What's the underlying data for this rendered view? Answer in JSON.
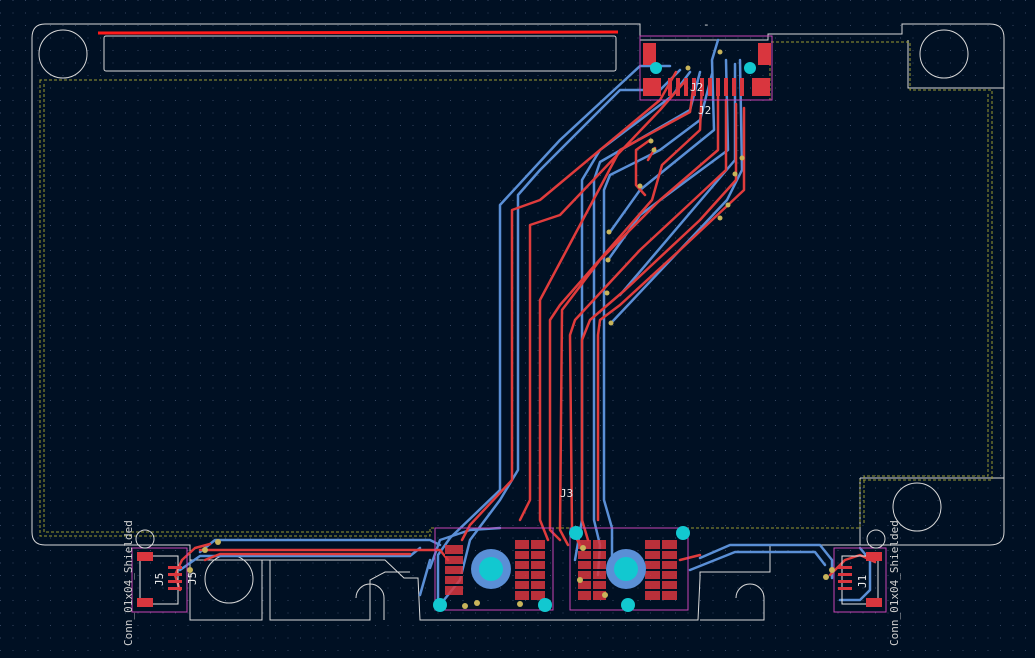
{
  "colors": {
    "background": "#001023",
    "grid_dot": "#3a4a66",
    "board_edge": "#d8d8d8",
    "courtyard": "#9a9a30",
    "front_copper": "#e03c3c",
    "back_copper": "#5a8fd6",
    "pad": "#d9363e",
    "via": "#c8b45a",
    "plated_hole": "#12c8d0",
    "silkscreen": "#e8e8e8",
    "fab_outline": "#c844b4",
    "highlight": "#ff1a1a"
  },
  "labels": {
    "j2_ref": "J2",
    "j2_value": "J2",
    "j3_ref": "J3",
    "j5_ref": "J5",
    "j5_alt_ref": "J5",
    "j1_ref": "J1",
    "left_connector_value": "Conn_01x04_Shielded",
    "right_connector_value": "Conn_01x04_Shielded",
    "top_marker": "-"
  }
}
